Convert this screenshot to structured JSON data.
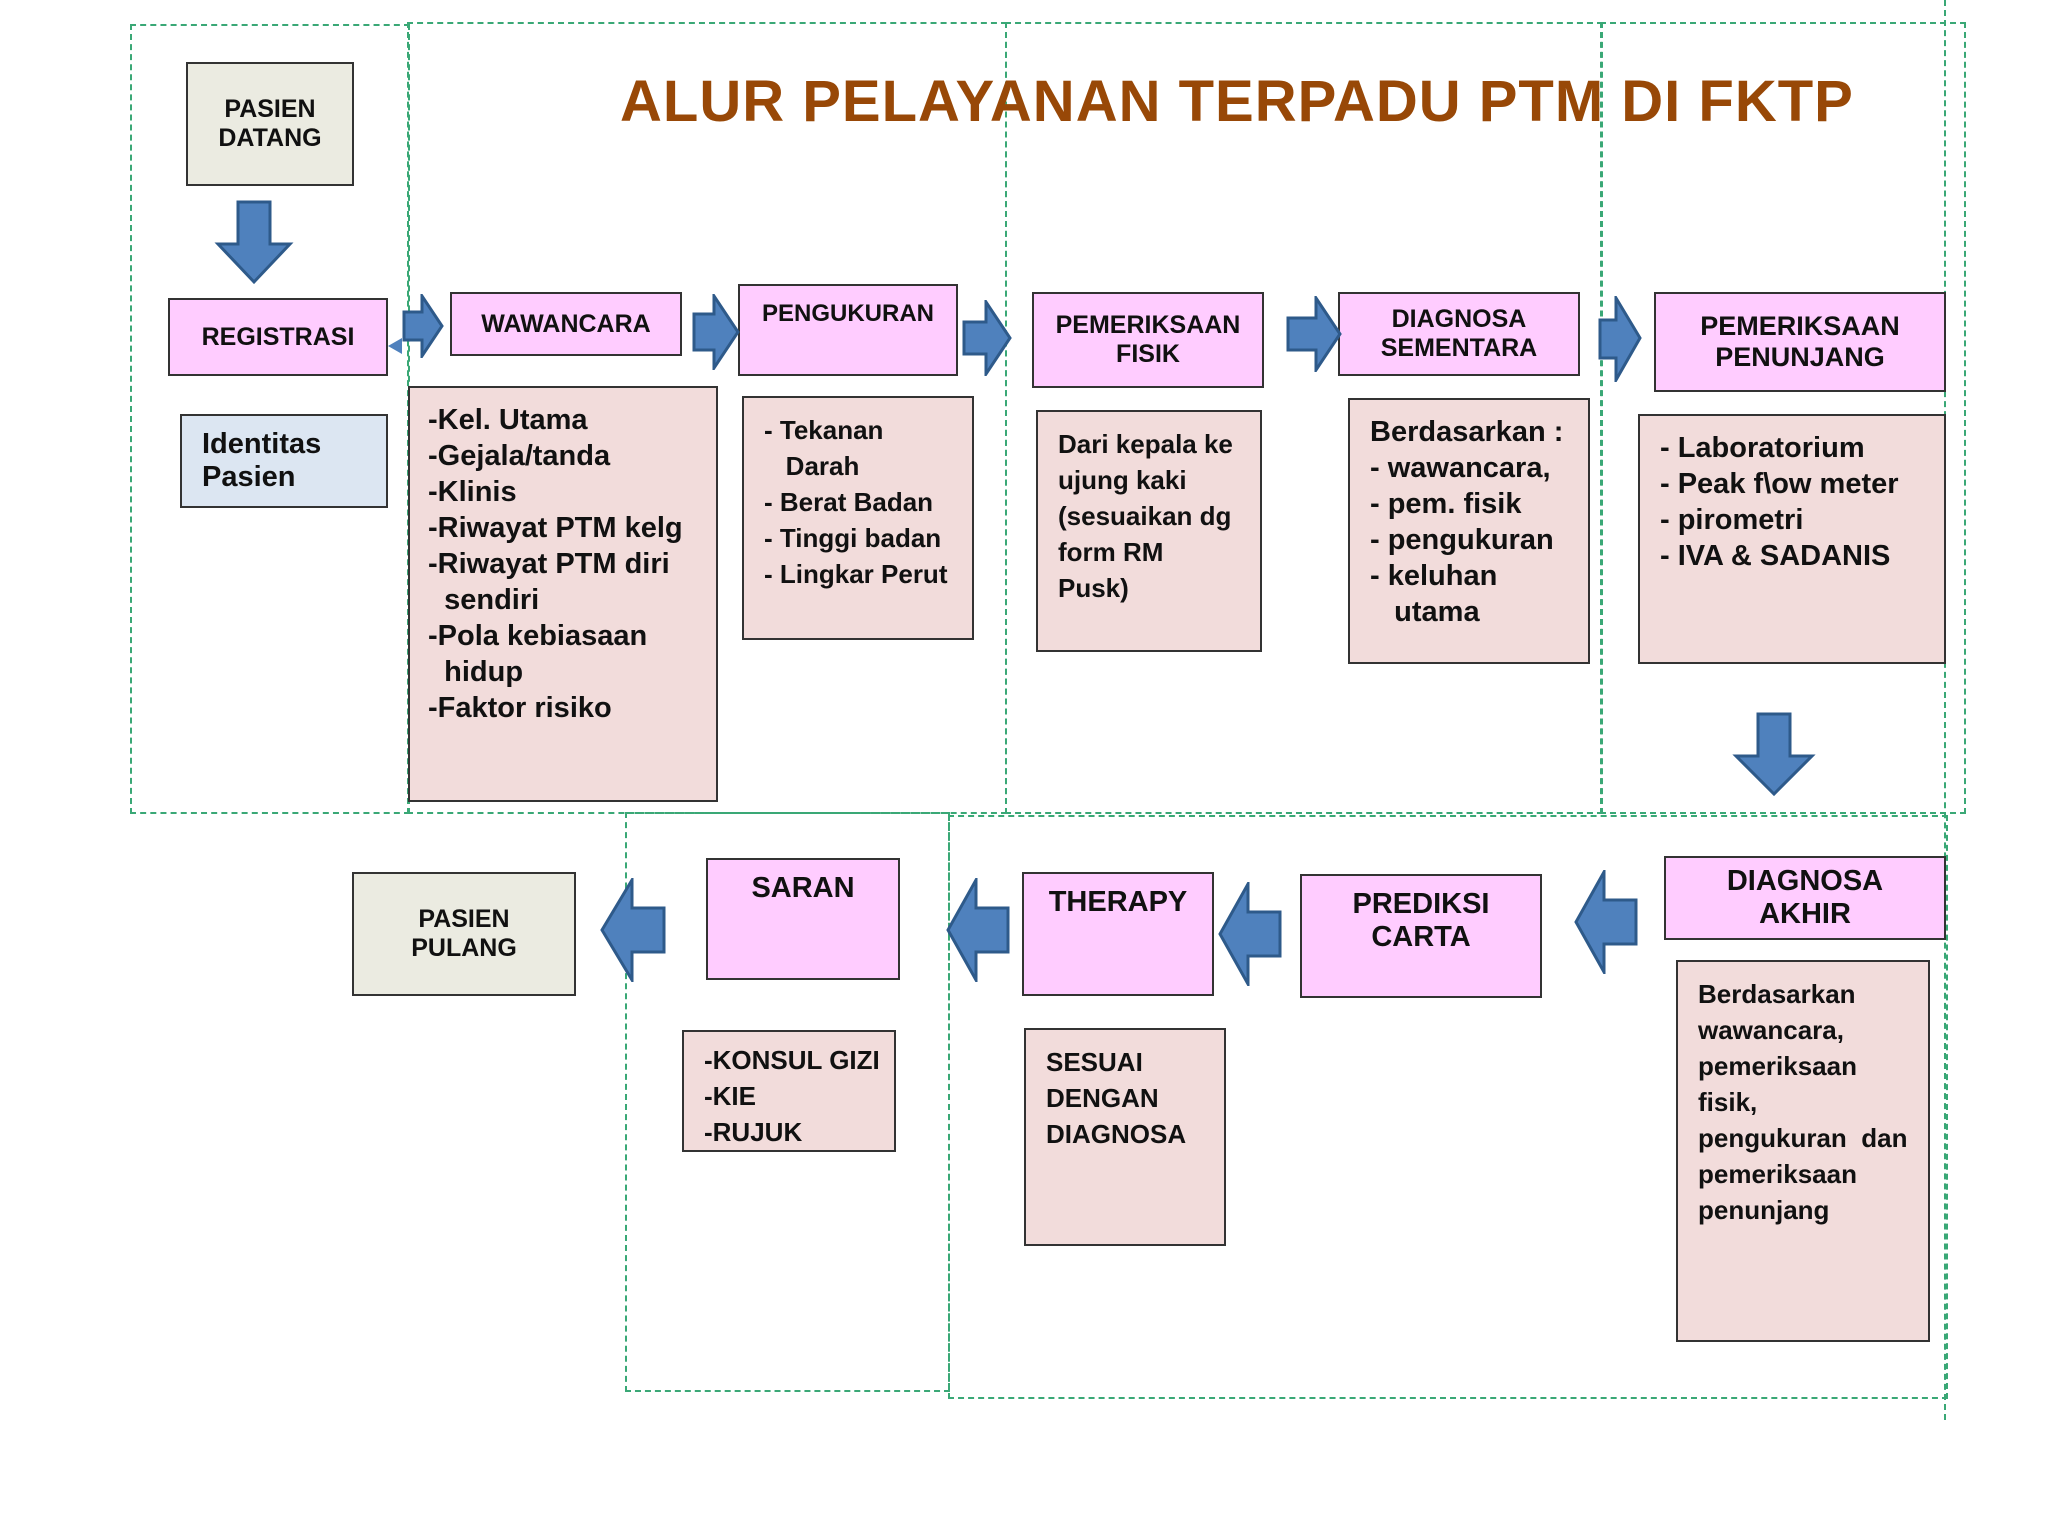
{
  "title": "ALUR PELAYANAN TERPADU PTM DI FKTP",
  "colors": {
    "title": "#984807",
    "process_fill": "#ffccff",
    "note_fill": "#f2dcdb",
    "arrow": "#4f81bd",
    "dashed_border": "#3aa876"
  },
  "nodes": {
    "pasien_datang": [
      "PASIEN",
      "DATANG"
    ],
    "registrasi": [
      "REGISTRASI"
    ],
    "identitas": [
      "Identitas",
      "Pasien"
    ],
    "wawancara": [
      "WAWANCARA"
    ],
    "pengukuran": [
      "PENGUKURAN"
    ],
    "pemeriksaan_fisik": [
      "PEMERIKSAAN",
      "FISIK"
    ],
    "diagnosa_sementara": [
      "DIAGNOSA",
      "SEMENTARA"
    ],
    "pemeriksaan_penunjang": [
      "PEMERIKSAAN",
      "PENUNJANG"
    ],
    "diagnosa_akhir": [
      "DIAGNOSA",
      "AKHIR"
    ],
    "prediksi_carta": [
      "PREDIKSI",
      "CARTA"
    ],
    "therapy": [
      "THERAPY"
    ],
    "saran": [
      "SARAN"
    ],
    "pasien_pulang": [
      "PASIEN",
      "PULANG"
    ]
  },
  "notes": {
    "wawancara": [
      "-Kel. Utama",
      "-Gejala/tanda",
      "-Klinis",
      "-Riwayat PTM kelg",
      "-Riwayat PTM diri",
      "  sendiri",
      "-Pola kebiasaan",
      "  hidup",
      "-Faktor risiko"
    ],
    "pengukuran": [
      "- Tekanan",
      "   Darah",
      "- Berat Badan",
      "- Tinggi badan",
      "- Lingkar Perut"
    ],
    "pemeriksaan_fisik": [
      "Dari kepala ke",
      "ujung kaki",
      "(sesuaikan dg",
      "form RM",
      "Pusk)"
    ],
    "diagnosa_sementara": [
      "Berdasarkan :",
      "- wawancara,",
      "- pem. fisik",
      "- pengukuran",
      "- keluhan",
      "   utama"
    ],
    "pemeriksaan_penunjang": [
      "- Laboratorium",
      "- Peak f\\ow meter",
      "- pirometri",
      "- IVA & SADANIS"
    ],
    "diagnosa_akhir": [
      "Berdasarkan",
      "wawancara,",
      "pemeriksaan",
      "fisik,",
      "pengukuran  dan",
      "pemeriksaan",
      "penunjang"
    ],
    "therapy": [
      "SESUAI",
      "DENGAN",
      "DIAGNOSA"
    ],
    "saran": [
      "-KONSUL GIZI",
      "-KIE",
      "-RUJUK"
    ]
  }
}
